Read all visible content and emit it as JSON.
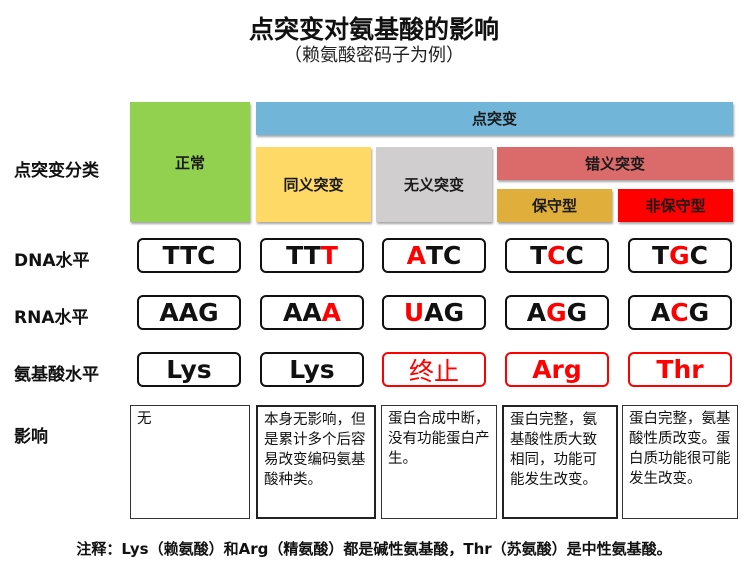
{
  "title": "点突变对氨基酸的影响",
  "subtitle": "（赖氨酸密码子为例）",
  "row_labels": {
    "classification": "点突变分类",
    "dna": "DNA水平",
    "rna": "RNA水平",
    "amino_acid": "氨基酸水平",
    "impact": "影响"
  },
  "categories": {
    "normal": "正常",
    "point_mutation": "点突变",
    "synonymous": "同义突变",
    "nonsense": "无义突变",
    "missense": "错义突变",
    "conservative": "保守型",
    "non_conservative": "非保守型"
  },
  "colors": {
    "normal": "#92d050",
    "point_mutation": "#71b5d9",
    "synonymous": "#ffd966",
    "nonsense": "#d0cece",
    "missense": "#db6a6a",
    "conservative": "#e0ae3a",
    "non_conservative": "#ff0000",
    "mutation_highlight": "#ff0000"
  },
  "columns": [
    {
      "name": "正常",
      "dna": {
        "pre": "TTC",
        "mut": "",
        "post": ""
      },
      "rna": {
        "pre": "AAG",
        "mut": "",
        "post": ""
      },
      "amino_acid": "Lys",
      "amino_acid_changed": false,
      "impact": "无"
    },
    {
      "name": "同义突变",
      "dna": {
        "pre": "TT",
        "mut": "T",
        "post": ""
      },
      "rna": {
        "pre": "AA",
        "mut": "A",
        "post": ""
      },
      "amino_acid": "Lys",
      "amino_acid_changed": false,
      "impact": "本身无影响，但是累计多个后容易改变编码氨基酸种类。"
    },
    {
      "name": "无义突变",
      "dna": {
        "pre": "",
        "mut": "A",
        "post": "TC"
      },
      "rna": {
        "pre": "",
        "mut": "U",
        "post": "AG"
      },
      "amino_acid": "终止",
      "amino_acid_changed": true,
      "impact": "蛋白合成中断，没有功能蛋白产生。"
    },
    {
      "name": "保守型",
      "dna": {
        "pre": "T",
        "mut": "C",
        "post": "C"
      },
      "rna": {
        "pre": "A",
        "mut": "G",
        "post": "G"
      },
      "amino_acid": "Arg",
      "amino_acid_changed": true,
      "impact": "蛋白完整，氨基酸性质大致相同，功能可能发生改变。"
    },
    {
      "name": "非保守型",
      "dna": {
        "pre": "T",
        "mut": "G",
        "post": "C"
      },
      "rna": {
        "pre": "A",
        "mut": "C",
        "post": "G"
      },
      "amino_acid": "Thr",
      "amino_acid_changed": true,
      "impact": "蛋白完整，氨基酸性质改变。蛋白质功能很可能发生改变。"
    }
  ],
  "note": "注释：Lys（赖氨酸）和Arg（精氨酸）都是碱性氨基酸，Thr（苏氨酸）是中性氨基酸。"
}
